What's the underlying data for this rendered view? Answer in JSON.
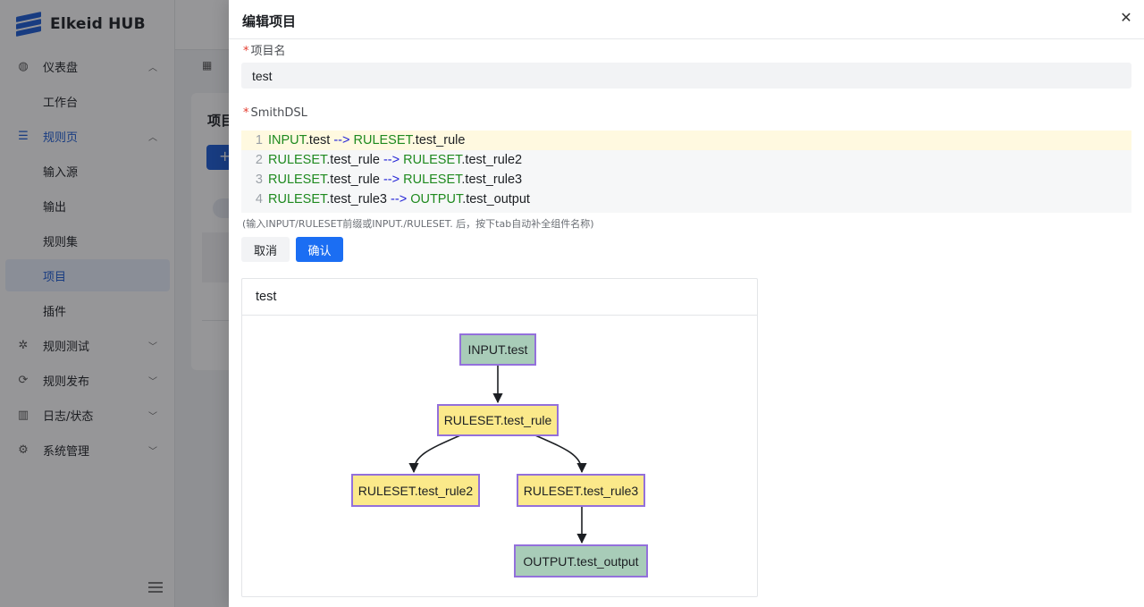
{
  "app": {
    "brand": "Elkeid HUB",
    "sidebar": {
      "items": [
        {
          "label": "仪表盘",
          "icon": "dashboard-icon",
          "chevron": "up"
        },
        {
          "label": "工作台",
          "sub": true
        },
        {
          "label": "规则页",
          "icon": "list-icon",
          "chevron": "up",
          "open": true
        },
        {
          "label": "输入源",
          "sub": true
        },
        {
          "label": "输出",
          "sub": true
        },
        {
          "label": "规则集",
          "sub": true
        },
        {
          "label": "项目",
          "sub": true,
          "active": true
        },
        {
          "label": "插件",
          "sub": true
        },
        {
          "label": "规则测试",
          "icon": "bug-icon",
          "chevron": "down"
        },
        {
          "label": "规则发布",
          "icon": "publish-icon",
          "chevron": "down"
        },
        {
          "label": "日志/状态",
          "icon": "bar-chart-icon",
          "chevron": "down"
        },
        {
          "label": "系统管理",
          "icon": "gear-icon",
          "chevron": "down"
        }
      ]
    },
    "content": {
      "title_fragment": "项目",
      "add_button": "+"
    }
  },
  "drawer": {
    "title": "编辑项目",
    "close_icon": "close-icon",
    "name_field": {
      "label": "项目名",
      "value": "test",
      "required": true
    },
    "dsl_field": {
      "label": "SmithDSL",
      "required": true,
      "lines": [
        {
          "n": "1",
          "from_kw": "INPUT",
          "from_rest": ".test",
          "arrow": "-->",
          "to_kw": "RULESET",
          "to_rest": ".test_rule"
        },
        {
          "n": "2",
          "from_kw": "RULESET",
          "from_rest": ".test_rule",
          "arrow": "-->",
          "to_kw": "RULESET",
          "to_rest": ".test_rule2"
        },
        {
          "n": "3",
          "from_kw": "RULESET",
          "from_rest": ".test_rule",
          "arrow": "-->",
          "to_kw": "RULESET",
          "to_rest": ".test_rule3"
        },
        {
          "n": "4",
          "from_kw": "RULESET",
          "from_rest": ".test_rule3",
          "arrow": "-->",
          "to_kw": "OUTPUT",
          "to_rest": ".test_output"
        }
      ],
      "hint": "(输入INPUT/RULESET前缀或INPUT./RULESET. 后，按下tab自动补全组件名称)"
    },
    "buttons": {
      "cancel": "取消",
      "confirm": "确认"
    },
    "graph": {
      "title": "test",
      "nodes": [
        {
          "id": "input",
          "label": "INPUT.test",
          "kind": "input",
          "color": "#a8ccb8"
        },
        {
          "id": "rule",
          "label": "RULESET.test_rule",
          "kind": "ruleset",
          "color": "#fbe98a"
        },
        {
          "id": "rule2",
          "label": "RULESET.test_rule2",
          "kind": "ruleset",
          "color": "#fbe98a"
        },
        {
          "id": "rule3",
          "label": "RULESET.test_rule3",
          "kind": "ruleset",
          "color": "#fbe98a"
        },
        {
          "id": "output",
          "label": "OUTPUT.test_output",
          "kind": "output",
          "color": "#a8ccb8"
        }
      ],
      "edges": [
        [
          "input",
          "rule"
        ],
        [
          "rule",
          "rule2"
        ],
        [
          "rule",
          "rule3"
        ],
        [
          "rule3",
          "output"
        ]
      ],
      "border_color": "#9370db"
    }
  }
}
